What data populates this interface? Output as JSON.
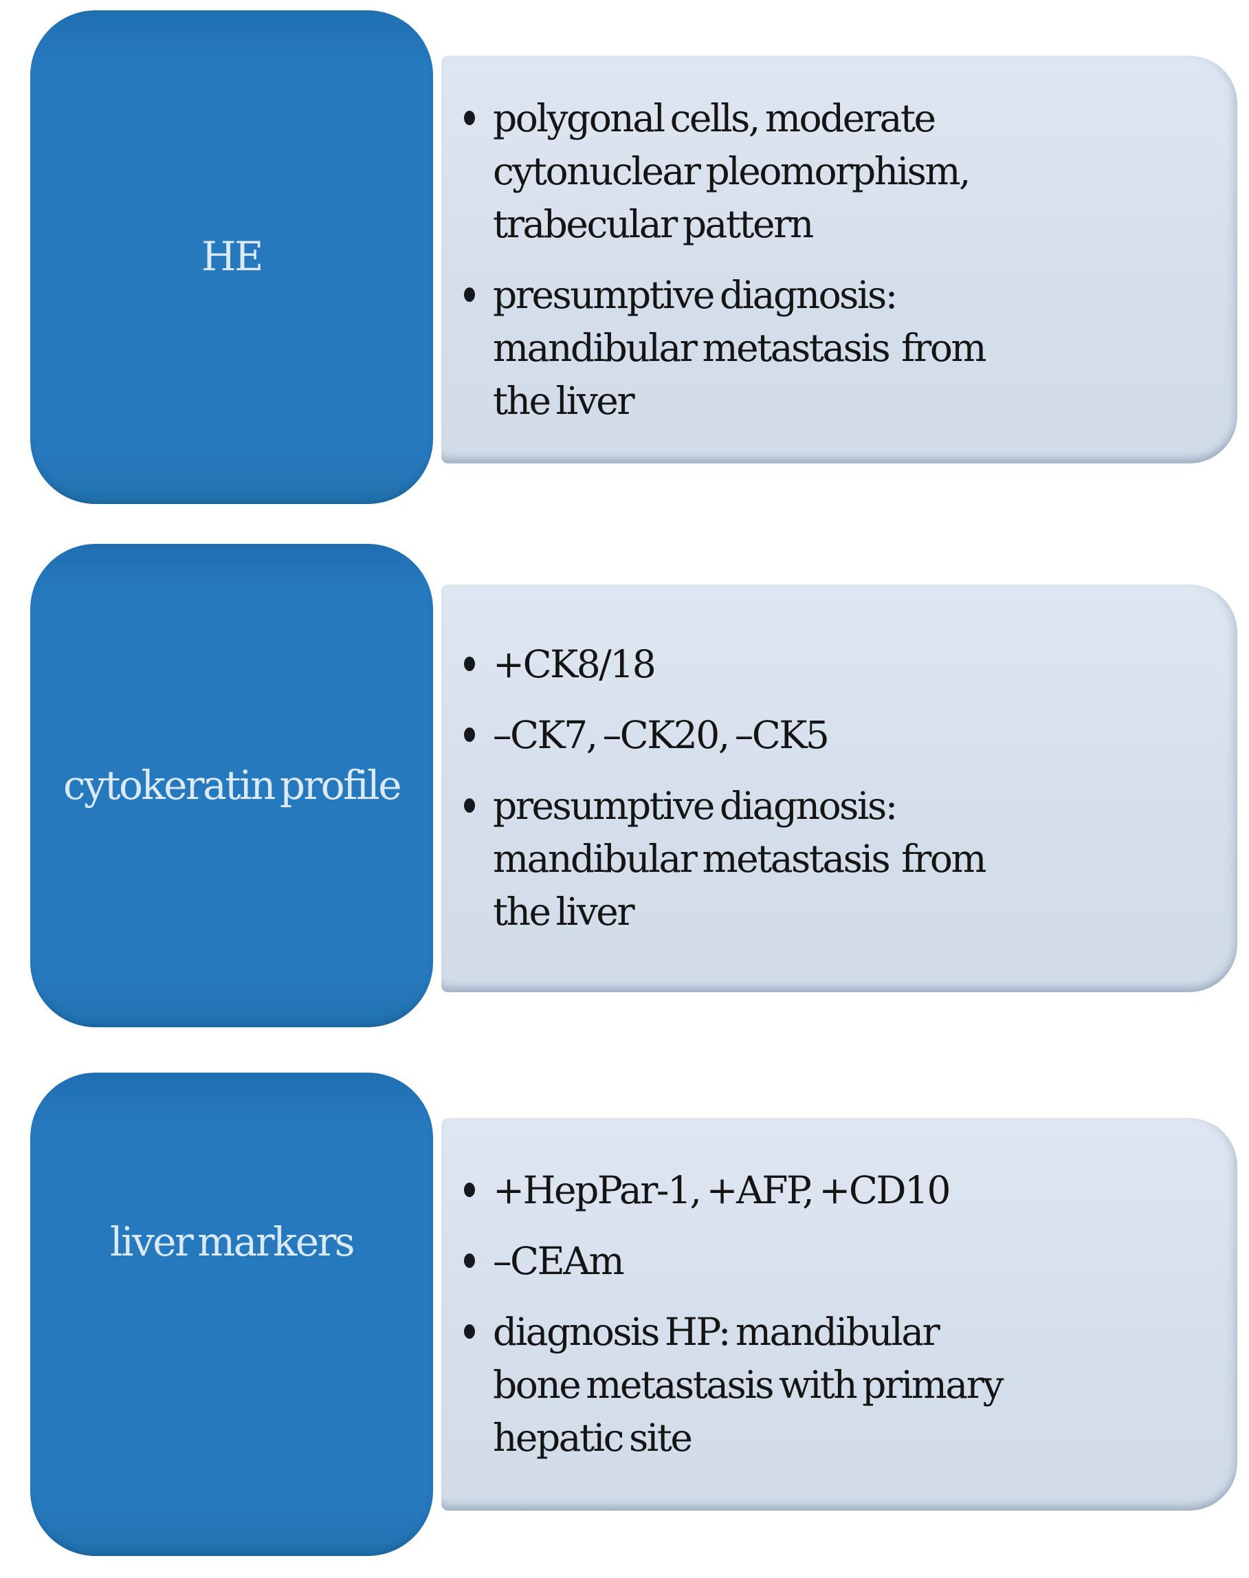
{
  "diagram": {
    "rows": [
      {
        "label": "HE",
        "bullets": [
          "polygonal cells, moderate\ncytonuclear pleomorphism,\ntrabecular pattern",
          "presumptive diagnosis:\nmandibular metastasis  from\nthe liver"
        ]
      },
      {
        "label": "cytokeratin profile",
        "bullets": [
          "+CK8/18",
          "–CK7, –CK20, –CK5",
          "presumptive diagnosis:\nmandibular metastasis  from\nthe liver"
        ]
      },
      {
        "label": "liver markers",
        "bullets": [
          "+HepPar-1, +AFP, +CD10",
          "–CEAm",
          "diagnosis HP: mandibular\nbone metastasis with primary\nhepatic site"
        ]
      }
    ],
    "colors": {
      "label_box_blue": "#2679bd",
      "content_box_light": "#d5dfeb",
      "label_text": "#dce9f7",
      "body_text": "#141414"
    }
  }
}
